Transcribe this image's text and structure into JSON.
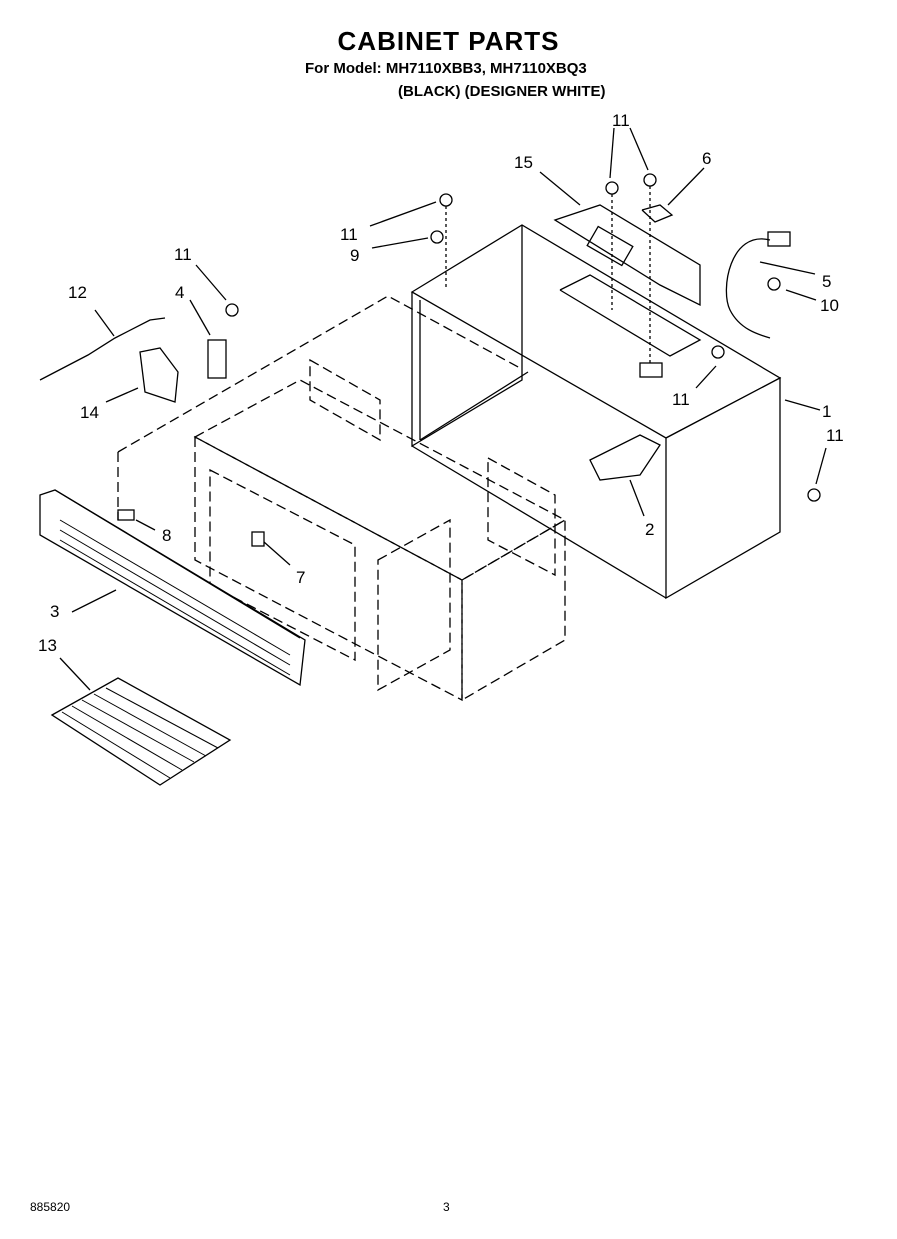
{
  "header": {
    "title": "CABINET PARTS",
    "models_line": "For Model: MH7110XBB3, MH7110XBQ3",
    "variants_line": "(BLACK)   (DESIGNER WHITE)"
  },
  "callouts": {
    "c1": "1",
    "c2": "2",
    "c3": "3",
    "c4": "4",
    "c5": "5",
    "c6": "6",
    "c7": "7",
    "c8": "8",
    "c9": "9",
    "c10": "10",
    "c11a": "11",
    "c11b": "11",
    "c11c": "11",
    "c11d": "11",
    "c11e": "11",
    "c12": "12",
    "c13": "13",
    "c14": "14",
    "c15": "15"
  },
  "footer": {
    "doc_number": "885820",
    "page_number": "3"
  }
}
